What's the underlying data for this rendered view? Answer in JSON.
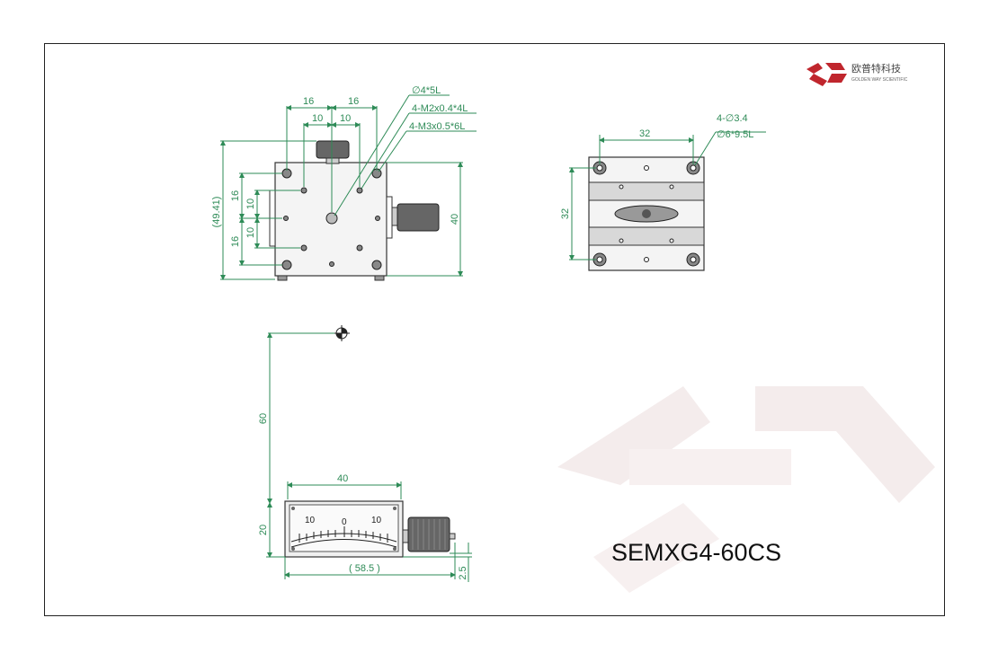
{
  "logo": {
    "cn": "欧普特科技",
    "en": "GOLDEN WAY SCIENTIFIC",
    "color": "#c0262d"
  },
  "model": "SEMXG4-60CS",
  "top_view": {
    "dim_16_left": "16",
    "dim_16_right": "16",
    "dim_10_left": "10",
    "dim_10_right": "10",
    "callout_1": "∅4*5L",
    "callout_2": "4-M2x0.4*4L",
    "callout_3": "4-M3x0.5*6L",
    "height_total": "(49.41)",
    "height_40": "40",
    "v16_top": "16",
    "v10_top": "10",
    "v10_bot": "10",
    "v16_bot": "16"
  },
  "bottom_view": {
    "width_32": "32",
    "height_32": "32",
    "callout_1": "4-∅3.4",
    "callout_2": "∅6*9.5L"
  },
  "side_view": {
    "dim_60": "60",
    "dim_40": "40",
    "dim_20": "20",
    "dim_58_5": "( 58.5 )",
    "dim_2_5": "2.5",
    "scale_left": "10",
    "scale_center": "0",
    "scale_right": "10"
  },
  "colors": {
    "dimension": "#2e8b57",
    "outline": "#333333",
    "watermark": "#f3e9e9"
  }
}
